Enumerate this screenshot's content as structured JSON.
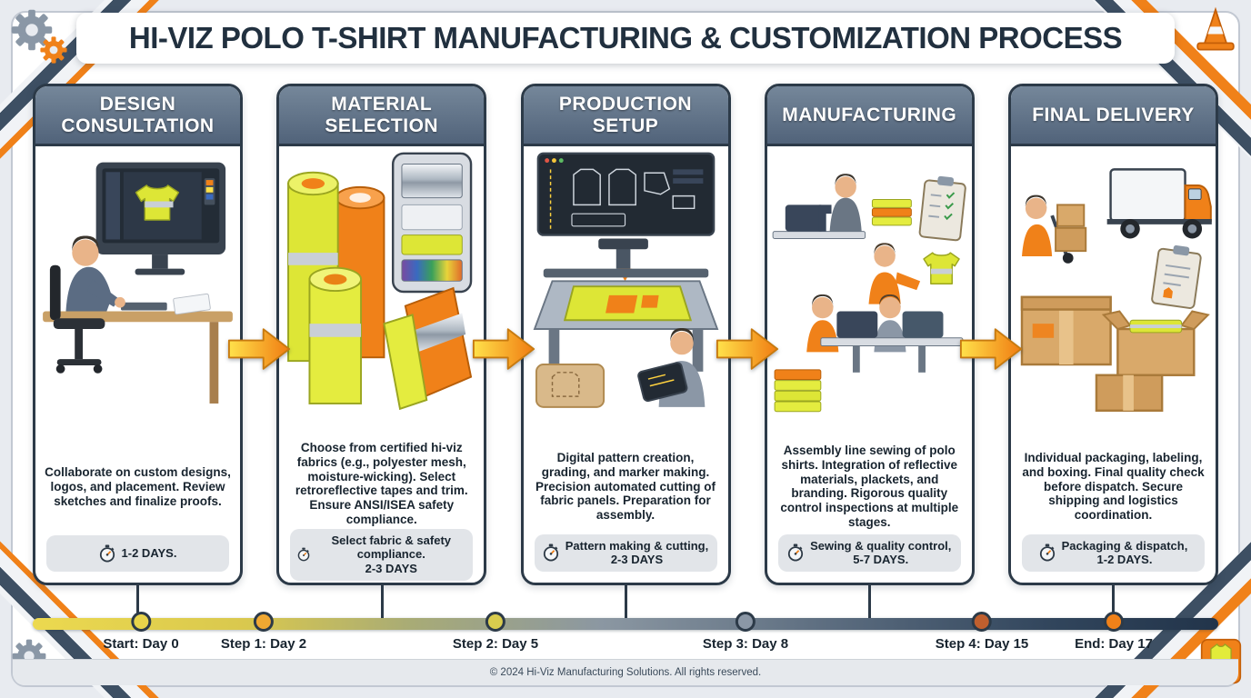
{
  "title": "HI-VIZ POLO T-SHIRT MANUFACTURING & CUSTOMIZATION PROCESS",
  "stages": [
    {
      "name": "DESIGN\nCONSULTATION",
      "description": "Collaborate on custom designs, logos, and placement. Review sketches and finalize proofs.",
      "duration": "1-2 DAYS.",
      "illustration": "designer-at-computer-creating-hi-viz-polo-design"
    },
    {
      "name": "MATERIAL\nSELECTION",
      "description": "Choose from certified hi-viz fabrics (e.g., polyester mesh, moisture-wicking). Select retroreflective tapes and trim. Ensure ANSI/ISEA safety compliance.",
      "duration": "Select fabric & safety compliance.\n2-3 DAYS",
      "illustration": "hi-viz-fabric-rolls-reflective-tape-and-swatch-panel"
    },
    {
      "name": "PRODUCTION\nSETUP",
      "description": "Digital pattern creation, grading, and marker making. Precision automated cutting of fabric panels. Preparation for assembly.",
      "duration": "Pattern making & cutting,\n2-3 DAYS",
      "illustration": "digital-pattern-software-and-automated-fabric-cutting-machine"
    },
    {
      "name": "MANUFACTURING",
      "description": "Assembly line sewing of polo shirts. Integration of reflective materials, plackets, and branding. Rigorous quality control inspections at multiple stages.",
      "duration": "Sewing & quality control,\n5-7 DAYS.",
      "illustration": "assembly-line-sewing-stations-with-quality-control"
    },
    {
      "name": "FINAL DELIVERY",
      "description": "Individual packaging, labeling, and boxing. Final quality check before dispatch. Secure shipping and logistics coordination.",
      "duration": "Packaging & dispatch,\n1-2 DAYS.",
      "illustration": "packed-boxes-hand-truck-and-delivery-truck"
    }
  ],
  "timeline": {
    "milestones": [
      {
        "label": "Start: Day 0",
        "day": 0,
        "color": "#e8d44a"
      },
      {
        "label": "Step 1: Day 2",
        "day": 2,
        "color": "#f0a832"
      },
      {
        "label": "Step 2: Day 5",
        "day": 5,
        "color": "#d9cc4e"
      },
      {
        "label": "Step 3: Day 8",
        "day": 8,
        "color": "#8b97a6"
      },
      {
        "label": "Step 4: Day 15",
        "day": 15,
        "color": "#c05f2e"
      },
      {
        "label": "End: Day 17",
        "day": 17,
        "color": "#f08119"
      }
    ]
  },
  "footer": {
    "text": "© 2024 Hi-Viz Manufacturing Solutions. All rights reserved."
  },
  "icons": {
    "badge_icon": "stopwatch",
    "between_stages": "arrow-right",
    "corner_top_left": "gears",
    "corner_top_right": "traffic-cone",
    "corner_bottom_left": "gear",
    "corner_bottom_right": "safety-vest"
  },
  "colors": {
    "hi_viz_yellow": "#dde636",
    "safety_orange": "#f08119",
    "navy_text": "#18242f",
    "header_slate": "#51637a",
    "badge_gray": "#e2e5e9",
    "reflective_silver": "#c9cfd6"
  }
}
